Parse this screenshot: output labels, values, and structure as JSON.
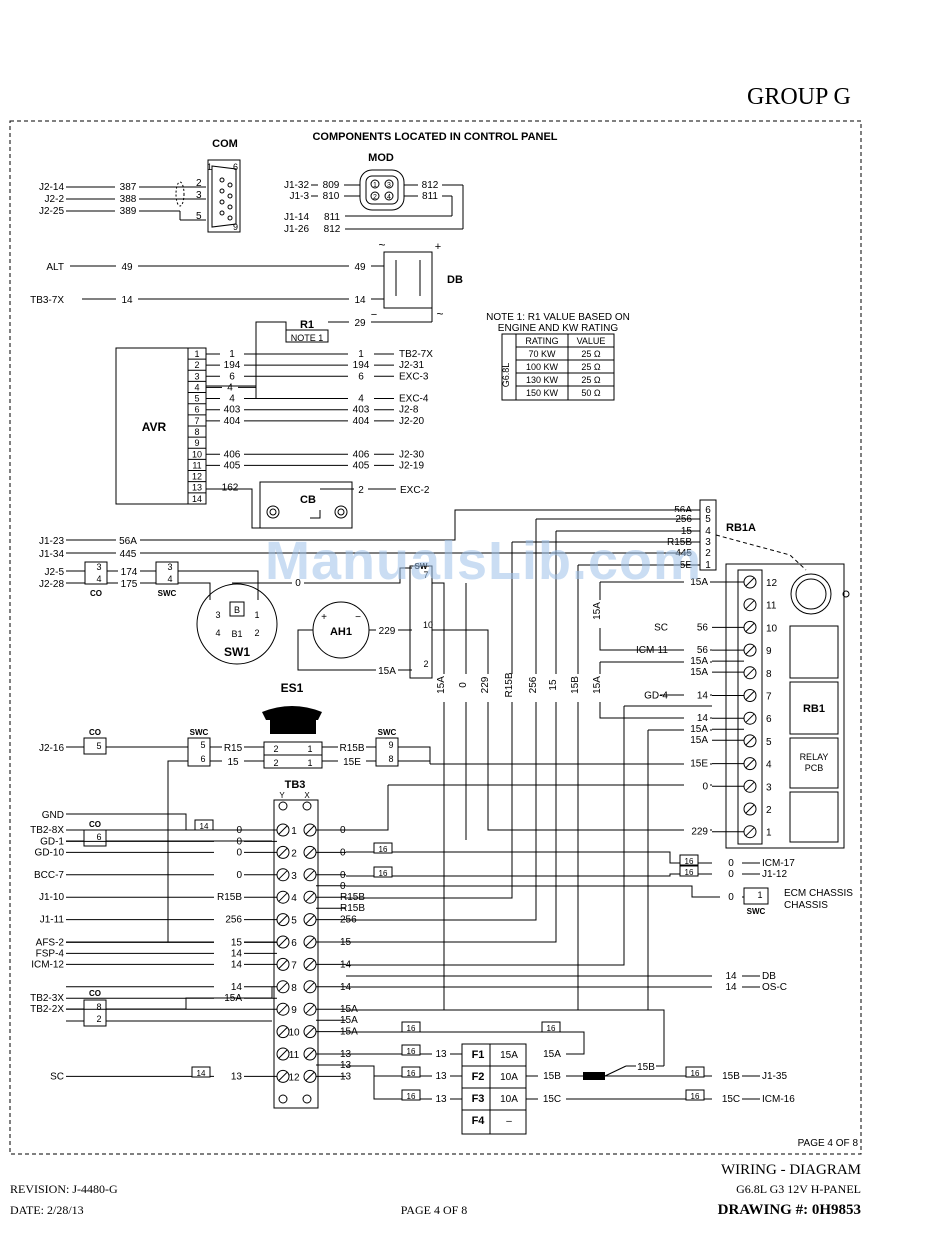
{
  "header": {
    "group": "GROUP G"
  },
  "titles": {
    "components": "COMPONENTS LOCATED IN CONTROL PANEL"
  },
  "watermark": "ManualsLib.com",
  "com": {
    "label": "COM",
    "pins": [
      "1",
      "2",
      "3",
      "5",
      "6",
      "9"
    ],
    "wires": [
      {
        "from": "J2-14",
        "wire": "387"
      },
      {
        "from": "J2-2",
        "wire": "388"
      },
      {
        "from": "J2-25",
        "wire": "389"
      }
    ]
  },
  "mod": {
    "label": "MOD",
    "pins": [
      "1",
      "2",
      "3",
      "4"
    ],
    "wires_left": [
      {
        "from": "J1-32",
        "wire": "809"
      },
      {
        "from": "J1-3",
        "wire": "810"
      },
      {
        "from": "J1-14",
        "wire": "811"
      },
      {
        "from": "J1-26",
        "wire": "812"
      }
    ],
    "wires_right": [
      "812",
      "811"
    ]
  },
  "db": {
    "label": "DB",
    "sym_ac": "~",
    "sym_plus": "+",
    "sym_minus": "−",
    "wires": [
      {
        "from": "ALT",
        "wire": "49"
      },
      {
        "from": "TB3-7X",
        "wire": "14"
      }
    ],
    "out": "29"
  },
  "r1": {
    "label": "R1",
    "note_ref": "NOTE 1"
  },
  "note1": {
    "line1": "NOTE 1:  R1 VALUE BASED ON",
    "line2": "ENGINE AND KW RATING",
    "table_headers": [
      "RATING",
      "VALUE"
    ],
    "engine": "G6.8L",
    "rows": [
      [
        "70 KW",
        "25 Ω"
      ],
      [
        "100 KW",
        "25 Ω"
      ],
      [
        "130 KW",
        "25 Ω"
      ],
      [
        "150 KW",
        "50 Ω"
      ]
    ]
  },
  "avr": {
    "label": "AVR",
    "pins": [
      "1",
      "2",
      "3",
      "4",
      "5",
      "6",
      "7",
      "8",
      "9",
      "10",
      "11",
      "12",
      "13",
      "14"
    ],
    "wires": [
      {
        "pin": "1",
        "wire": "1",
        "dest": "TB2-7X"
      },
      {
        "pin": "2",
        "wire": "194",
        "dest": "J2-31"
      },
      {
        "pin": "3",
        "wire": "6",
        "dest": "EXC-3"
      },
      {
        "pin": "4",
        "wire": "4",
        "dest": ""
      },
      {
        "pin": "5",
        "wire": "4",
        "dest": "EXC-4"
      },
      {
        "pin": "6",
        "wire": "403",
        "dest": "J2-8"
      },
      {
        "pin": "7",
        "wire": "404",
        "dest": "J2-20"
      },
      {
        "pin": "10",
        "wire": "406",
        "dest": "J2-30"
      },
      {
        "pin": "11",
        "wire": "405",
        "dest": "J2-19"
      },
      {
        "pin": "13",
        "wire": "162",
        "dest": ""
      }
    ]
  },
  "cb": {
    "label": "CB",
    "wire": "2",
    "dest": "EXC-2"
  },
  "rb1a": {
    "label": "RB1A",
    "pins": [
      {
        "wire": "56A",
        "pin": "6"
      },
      {
        "wire": "256",
        "pin": "5"
      },
      {
        "wire": "15",
        "pin": "4"
      },
      {
        "wire": "R15B",
        "pin": "3"
      },
      {
        "wire": "445",
        "pin": "2"
      },
      {
        "wire": "5E",
        "pin": "1"
      }
    ]
  },
  "left_j1": [
    {
      "from": "J1-23",
      "wire": "56A"
    },
    {
      "from": "J1-34",
      "wire": "445"
    }
  ],
  "co_top": {
    "label": "CO",
    "pins": [
      "3",
      "4"
    ],
    "wires": [
      {
        "from": "J2-5",
        "wire": "174"
      },
      {
        "from": "J2-28",
        "wire": "175"
      }
    ]
  },
  "swc_top": {
    "label": "SWC",
    "pins": [
      "3",
      "4"
    ]
  },
  "sw1": {
    "label": "SW1",
    "pins": [
      "3",
      "4",
      "B",
      "B1",
      "1",
      "2"
    ]
  },
  "swc_mid": {
    "label": "SW",
    "pins": [
      "7",
      "10",
      "2"
    ]
  },
  "ah1": {
    "label": "AH1",
    "plus": "+",
    "minus": "−",
    "wire": "229",
    "wire2": "15A",
    "wire0": "0"
  },
  "es1": {
    "label": "ES1",
    "pins": [
      "2",
      "1",
      "2",
      "1"
    ]
  },
  "co_es": {
    "label": "CO",
    "pin": "5",
    "from": "J2-16"
  },
  "swc_es": {
    "label": "SWC",
    "pins": [
      "5",
      "6"
    ],
    "wires": [
      "R15",
      "15"
    ]
  },
  "swc_es_r": {
    "label": "SWC",
    "pins": [
      "9",
      "8"
    ],
    "wires": [
      "R15B",
      "15E"
    ]
  },
  "vert_wires": [
    "15A",
    "0",
    "229",
    "R15B",
    "256",
    "15",
    "15B",
    "15A",
    "15A"
  ],
  "rb1_labels": {
    "rb1": "RB1",
    "relay": "RELAY",
    "pcb": "PCB"
  },
  "rb1_term": [
    {
      "n": "12",
      "wires": [
        {
          "w": "15A",
          "s": ""
        }
      ]
    },
    {
      "n": "11",
      "wires": []
    },
    {
      "n": "10",
      "wires": [
        {
          "w": "56",
          "s": "SC"
        }
      ]
    },
    {
      "n": "9",
      "wires": [
        {
          "w": "56",
          "s": "ICM-11"
        },
        {
          "w": "15A",
          "s": ""
        },
        {
          "w": "15A",
          "s": ""
        }
      ]
    },
    {
      "n": "8",
      "wires": []
    },
    {
      "n": "7",
      "wires": [
        {
          "w": "14",
          "s": "GD-4"
        }
      ]
    },
    {
      "n": "6",
      "wires": [
        {
          "w": "14",
          "s": ""
        },
        {
          "w": "15A",
          "s": ""
        },
        {
          "w": "15A",
          "s": ""
        }
      ]
    },
    {
      "n": "5",
      "wires": []
    },
    {
      "n": "4",
      "wires": [
        {
          "w": "15E",
          "s": ""
        }
      ]
    },
    {
      "n": "3",
      "wires": [
        {
          "w": "0",
          "s": ""
        }
      ]
    },
    {
      "n": "2",
      "wires": []
    },
    {
      "n": "1",
      "wires": [
        {
          "w": "229",
          "s": ""
        }
      ]
    }
  ],
  "tb3": {
    "label": "TB3",
    "col_y": "Y",
    "col_x": "X",
    "rows": [
      {
        "n": "1",
        "left": [
          {
            "src": "TB2-8X",
            "w": "0"
          }
        ],
        "right": [
          "0"
        ]
      },
      {
        "n": "2",
        "left": [
          {
            "src": "GD-1",
            "w": "0"
          },
          {
            "src": "GD-10",
            "w": "0"
          }
        ],
        "right": [
          "0"
        ]
      },
      {
        "n": "3",
        "left": [
          {
            "src": "BCC-7",
            "w": "0"
          }
        ],
        "right": [
          "0",
          "0"
        ]
      },
      {
        "n": "4",
        "left": [
          {
            "src": "J1-10",
            "w": "R15B"
          }
        ],
        "right": [
          "R15B",
          "R15B"
        ]
      },
      {
        "n": "5",
        "left": [
          {
            "src": "J1-11",
            "w": "256"
          }
        ],
        "right": [
          "256"
        ]
      },
      {
        "n": "6",
        "left": [
          {
            "src": "",
            "w": "15"
          }
        ],
        "right": [
          "15"
        ]
      },
      {
        "n": "7",
        "left": [
          {
            "src": "AFS-2",
            "w": "15"
          },
          {
            "src": "FSP-4",
            "w": "14"
          },
          {
            "src": "ICM-12",
            "w": "14"
          }
        ],
        "right": [
          "14"
        ]
      },
      {
        "n": "8",
        "left": [
          {
            "src": "",
            "w": "14"
          }
        ],
        "right": [
          "14"
        ]
      },
      {
        "n": "9",
        "left": [
          {
            "src": "TB2-3X",
            "w": "15A"
          },
          {
            "src": "TB2-2X",
            "w": ""
          }
        ],
        "right": [
          "15A",
          "15A"
        ]
      },
      {
        "n": "10",
        "left": [],
        "right": [
          "15A"
        ]
      },
      {
        "n": "11",
        "left": [],
        "right": [
          "13",
          "13"
        ]
      },
      {
        "n": "12",
        "left": [
          {
            "src": "SC",
            "w": "13"
          }
        ],
        "right": [
          "13"
        ]
      }
    ]
  },
  "gnd": {
    "src": "GND",
    "gauge": "14"
  },
  "co_tb3": {
    "label": "CO",
    "pin": "6"
  },
  "co_tb3b": {
    "label": "CO",
    "pins": [
      "8",
      "2"
    ]
  },
  "gauge_16": "16",
  "gauge_14": "14",
  "right_dest": [
    {
      "w": "0",
      "dest": "ICM-17"
    },
    {
      "w": "0",
      "dest": "J1-12"
    },
    {
      "w": "0",
      "dest": "ECM CHASSIS",
      "swc": "SWC",
      "pin": "1"
    },
    {
      "w": "14",
      "dest": "DB"
    },
    {
      "w": "14",
      "dest": "OS-C"
    },
    {
      "w": "15B",
      "dest": "J1-35"
    },
    {
      "w": "15C",
      "dest": "ICM-16"
    }
  ],
  "fuses": {
    "labels": [
      "F1",
      "F2",
      "F3",
      "F4"
    ],
    "ratings": [
      "15A",
      "10A",
      "10A",
      "–"
    ],
    "in": [
      "13",
      "13",
      "13"
    ],
    "out": [
      "15A",
      "15B",
      "15C"
    ],
    "tap": "15B"
  },
  "page_note": "PAGE 4 OF 8",
  "footer": {
    "title": "WIRING - DIAGRAM",
    "subtitle": "G6.8L G3 12V H-PANEL",
    "drawing": "DRAWING #: 0H9853",
    "revision": "REVISION: J-4480-G",
    "date": "DATE: 2/28/13",
    "page": "PAGE 4 OF 8"
  }
}
